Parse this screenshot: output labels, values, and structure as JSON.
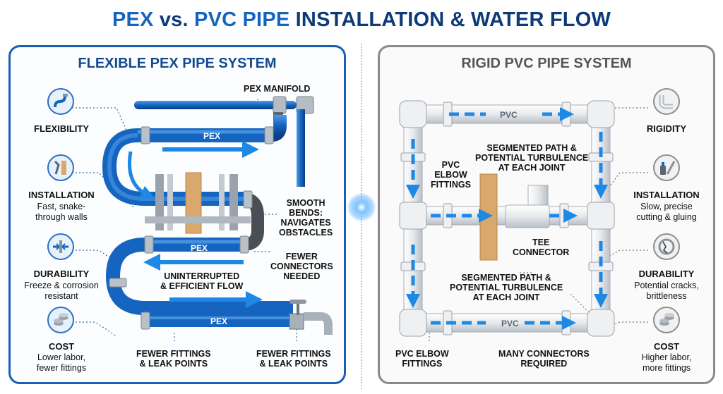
{
  "title": {
    "part1": "PEX",
    "part2": " vs. ",
    "part3": "PVC PIPE",
    "part4": " INSTALLATION & WATER FLOW"
  },
  "colors": {
    "pex_blue": "#1565c0",
    "pvc_gray": "#d9dde2",
    "flow_arrow": "#1e88e5",
    "accent_dark": "#0d3a78"
  },
  "left": {
    "title": "FLEXIBLE PEX PIPE SYSTEM",
    "features": [
      {
        "icon": "flexible-pipe-icon",
        "label": "FLEXIBILITY",
        "desc": ""
      },
      {
        "icon": "wrench-icon",
        "label": "INSTALLATION",
        "desc": "Fast, snake-\nthrough walls"
      },
      {
        "icon": "compress-arrows-icon",
        "label": "DURABILITY",
        "desc": "Freeze & corrosion\nresistant"
      },
      {
        "icon": "coins-icon",
        "label": "COST",
        "desc": "Lower labor,\nfewer fittings"
      }
    ],
    "pipe_labels": [
      "PEX",
      "PEX",
      "PEX"
    ],
    "callouts": {
      "manifold": "PEX MANIFOLD",
      "smooth_bends": "SMOOTH\nBENDS:\nNAVIGATES\nOBSTACLES",
      "fewer_connectors": "FEWER\nCONNECTORS\nNEEDED",
      "uninterrupted": "UNINTERRUPTED\n& EFFICIENT FLOW",
      "fewer_fittings_1": "FEWER FITTINGS\n& LEAK POINTS",
      "fewer_fittings_2": "FEWER FITTINGS\n& LEAK POINTS"
    }
  },
  "right": {
    "title": "RIGID PVC PIPE SYSTEM",
    "features": [
      {
        "icon": "pvc-elbow-icon",
        "label": "RIGIDITY",
        "desc": ""
      },
      {
        "icon": "glue-saw-icon",
        "label": "INSTALLATION",
        "desc": "Slow, precise\ncutting & gluing"
      },
      {
        "icon": "cracked-pipe-icon",
        "label": "DURABILITY",
        "desc": "Potential cracks,\nbrittleness"
      },
      {
        "icon": "coins-icon",
        "label": "COST",
        "desc": "Higher labor,\nmore fittings"
      }
    ],
    "pipe_labels": [
      "PVC",
      "PVC"
    ],
    "callouts": {
      "segmented_1": "SEGMENTED PATH &\nPOTENTIAL TURBULENCE\nAT EACH JOINT",
      "elbow_fittings_mid": "PVC\nELBOW\nFITTINGS",
      "tee": "TEE\nCONNECTOR",
      "segmented_2": "SEGMENTED PATH &\nPOTENTIAL TURBULENCE\nAT EACH JOINT",
      "elbow_fittings_bottom": "PVC ELBOW\nFITTINGS",
      "many_connectors": "MANY CONNECTORS\nREQUIRED"
    }
  }
}
